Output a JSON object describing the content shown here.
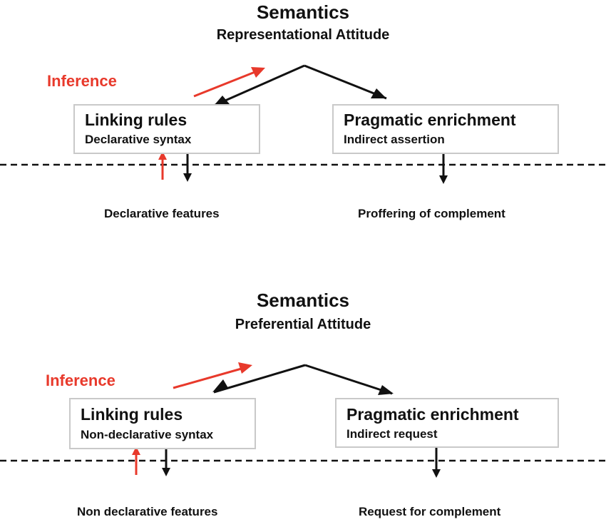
{
  "colors": {
    "inference_red": "#e8392b",
    "arrow_black": "#111111",
    "box_border": "#c9c9c9"
  },
  "panels": [
    {
      "title": "Semantics",
      "subtitle": "Representational Attitude",
      "inference": "Inference",
      "linking_box": {
        "title": "Linking rules",
        "subtitle": "Declarative syntax"
      },
      "pragmatic_box": {
        "title": "Pragmatic enrichment",
        "subtitle": "Indirect assertion"
      },
      "left_feature": "Declarative features",
      "right_feature": "Proffering of complement"
    },
    {
      "title": "Semantics",
      "subtitle": "Preferential Attitude",
      "inference": "Inference",
      "linking_box": {
        "title": "Linking rules",
        "subtitle": "Non-declarative syntax"
      },
      "pragmatic_box": {
        "title": "Pragmatic enrichment",
        "subtitle": "Indirect request"
      },
      "left_feature": "Non declarative features",
      "right_feature": "Request for complement"
    }
  ]
}
